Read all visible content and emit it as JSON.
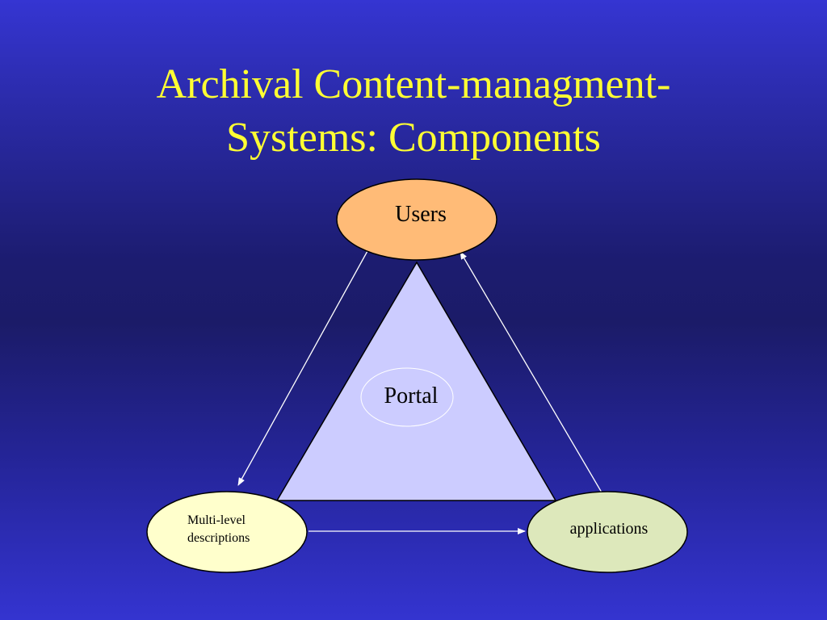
{
  "slide": {
    "title_line1": "Archival Content-managment-",
    "title_line2": "Systems: Components"
  },
  "nodes": {
    "users": "Users",
    "portal": "Portal",
    "multilevel_line1": "Multi-level",
    "multilevel_line2": "descriptions",
    "applications": "applications"
  },
  "colors": {
    "title": "#ffff33",
    "users_fill": "#ffbb77",
    "triangle_fill": "#ccccff",
    "multilevel_fill": "#ffffcc",
    "applications_fill": "#dde8bb",
    "arrow": "#ffffff"
  }
}
